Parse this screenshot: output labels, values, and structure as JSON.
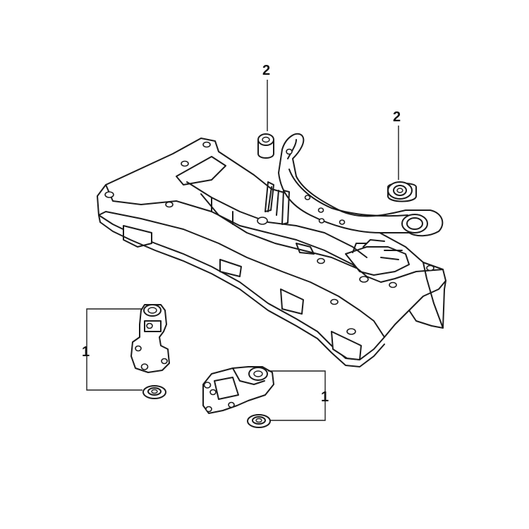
{
  "callouts": {
    "c1": "2",
    "c2": "2",
    "c3": "1",
    "c4": "1"
  }
}
